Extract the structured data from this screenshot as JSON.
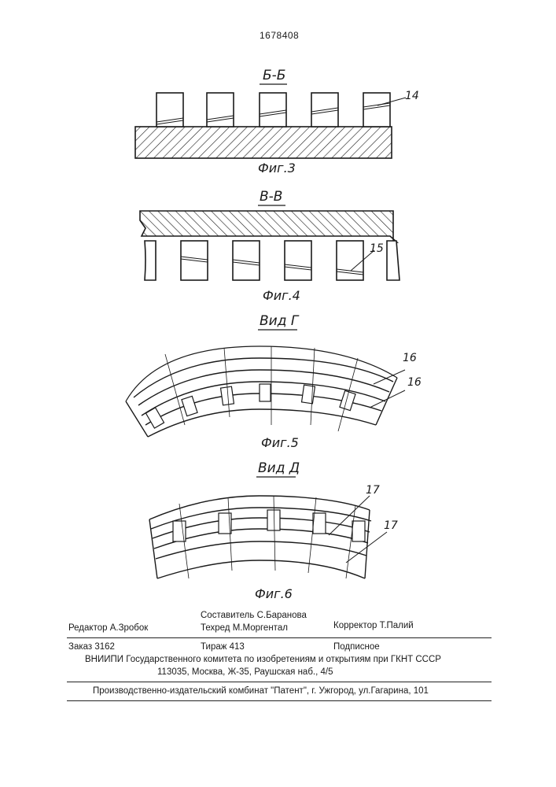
{
  "header": {
    "patent_number": "1678408"
  },
  "figures": [
    {
      "section": "Б-Б",
      "caption": "Фиг.3",
      "ref": "14"
    },
    {
      "section": "В-В",
      "caption": "Фиг.4",
      "ref": "15"
    },
    {
      "section": "Вид Г",
      "caption": "Фиг.5",
      "refs": [
        "16",
        "16"
      ]
    },
    {
      "section": "Вид Д",
      "caption": "Фиг.6",
      "refs": [
        "17",
        "17"
      ]
    }
  ],
  "imprint": {
    "compiler": "Составитель С.Баранова",
    "editor": "Редактор А.Зробок",
    "techred": "Техред М.Моргентал",
    "corrector": "Корректор Т.Палий",
    "order": "Заказ 3162",
    "circulation": "Тираж 413",
    "subscription": "Подписное",
    "institute": "ВНИИПИ Государственного комитета по изобретениям и открытиям при ГКНТ СССР",
    "address": "113035, Москва, Ж-35, Раушская наб., 4/5",
    "publisher": "Производственно-издательский комбинат \"Патент\", г. Ужгород, ул.Гагарина, 101"
  },
  "colors": {
    "ink": "#1a1a1a",
    "paper": "#ffffff"
  }
}
